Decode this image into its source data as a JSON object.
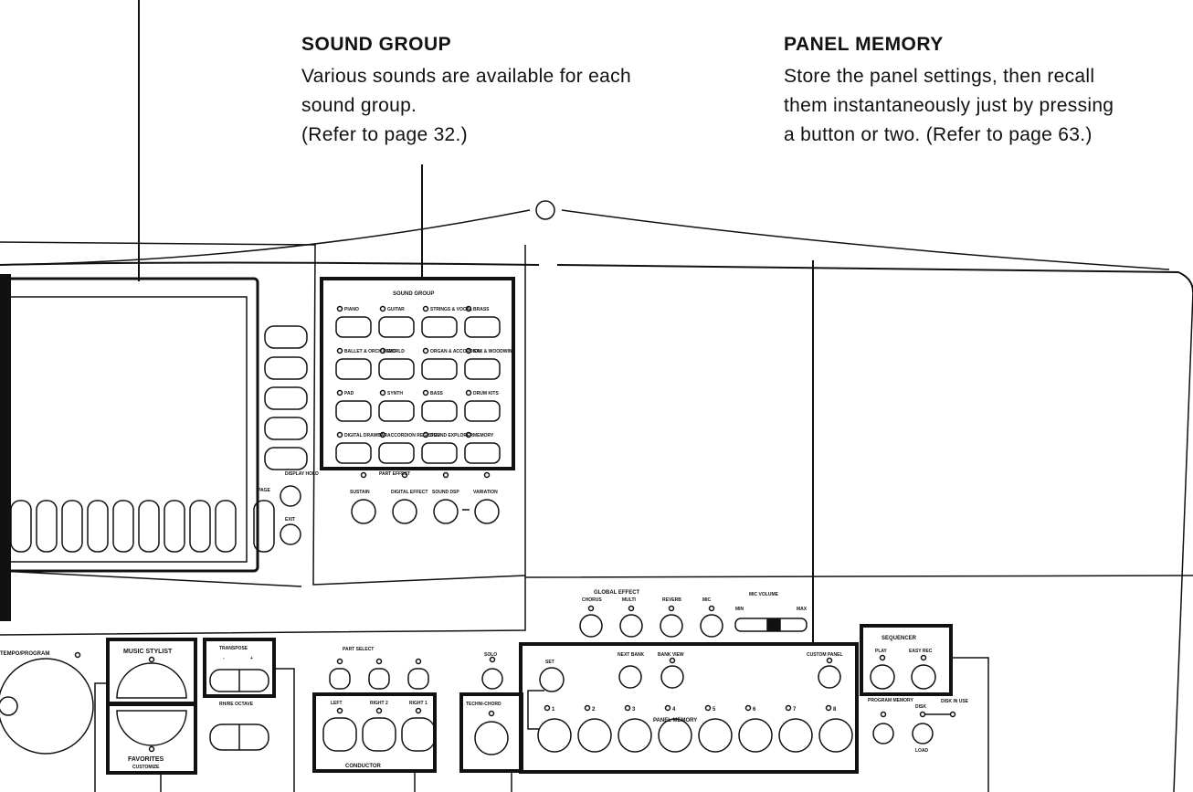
{
  "annotations": {
    "sound_group": {
      "title": "SOUND GROUP",
      "body": "Various sounds are available for each\nsound group.\n(Refer to page 32.)"
    },
    "panel_memory": {
      "title": "PANEL MEMORY",
      "body": "Store the panel settings, then recall\nthem instantaneously just by pressing\na button or two. (Refer to page 63.)"
    }
  },
  "sound_group_panel": {
    "title": "SOUND GROUP",
    "buttons": [
      "PIANO",
      "GUITAR",
      "STRINGS & VOCAL",
      "BRASS",
      "BALLET & ORCH PERC",
      "WORLD",
      "ORGAN & ACCORDION",
      "SAX & WOODWIND",
      "PAD",
      "SYNTH",
      "BASS",
      "DRUM KITS",
      "DIGITAL DRAWBAR",
      "ACCORDION REGISTER",
      "SOUND EXPLORER",
      "MEMORY"
    ],
    "part_effect": "PART EFFECT",
    "effects": [
      "SUSTAIN",
      "DIGITAL EFFECT",
      "SOUND DSP",
      "VARIATION"
    ]
  },
  "display": {
    "display_hold": "DISPLAY HOLD",
    "page": "PAGE",
    "exit": "EXIT"
  },
  "global_effect": {
    "title": "GLOBAL EFFECT",
    "buttons": [
      "CHORUS",
      "MULTI",
      "REVERB",
      "MIC"
    ],
    "mic_volume": "MIC VOLUME",
    "min": "MIN",
    "max": "MAX"
  },
  "left_panel": {
    "tempo": "TEMPO/PROGRAM",
    "music_stylist": "MUSIC STYLIST",
    "favorites": "FAVORITES",
    "customize": "CUSTOMIZE",
    "transpose": "TRANSPOSE",
    "minus": "-",
    "plus": "+",
    "rhythm_octave": "RH/RE OCTAVE"
  },
  "part_select": {
    "title": "PART SELECT",
    "conductor": "CONDUCTOR",
    "buttons": [
      "LEFT",
      "RIGHT 2",
      "RIGHT 1"
    ]
  },
  "chord": {
    "solo": "SOLO",
    "techni_chord": "TECHNI-CHORD"
  },
  "panel_memory_block": {
    "set": "SET",
    "next_bank": "NEXT BANK",
    "bank_view": "BANK VIEW",
    "custom_panel": "CUSTOM PANEL",
    "title": "PANEL MEMORY",
    "numbers": [
      "1",
      "2",
      "3",
      "4",
      "5",
      "6",
      "7",
      "8"
    ]
  },
  "sequencer": {
    "title": "SEQUENCER",
    "play": "PLAY",
    "easy_rec": "EASY REC",
    "program_mem": "PROGRAM MEMORY",
    "disk": "DISK",
    "disk_in_use": "DISK IN USE",
    "load": "LOAD"
  },
  "colors": {
    "line": "#111111",
    "background": "#ffffff"
  }
}
